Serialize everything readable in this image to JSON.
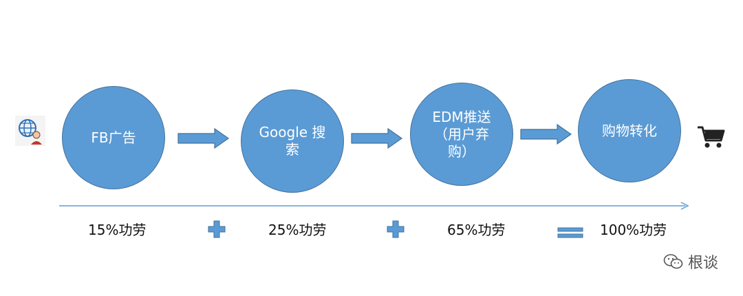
{
  "steps": [
    {
      "label": "FB广告"
    },
    {
      "label": "Google 搜索"
    },
    {
      "label": "EDM推送（用户弃购）"
    },
    {
      "label": "购物转化"
    }
  ],
  "faint_labels": [
    "",
    ""
  ],
  "credits": [
    "15%功劳",
    "25%功劳",
    "65%功劳",
    "100%功劳"
  ],
  "watermark": {
    "text": "根谈"
  },
  "colors": {
    "circle_fill": "#5b9bd5",
    "circle_stroke": "#41719c",
    "timeline": "#5b9bd5"
  },
  "icons": [
    "user-globe-icon",
    "shopping-cart-icon",
    "wechat-icon"
  ]
}
